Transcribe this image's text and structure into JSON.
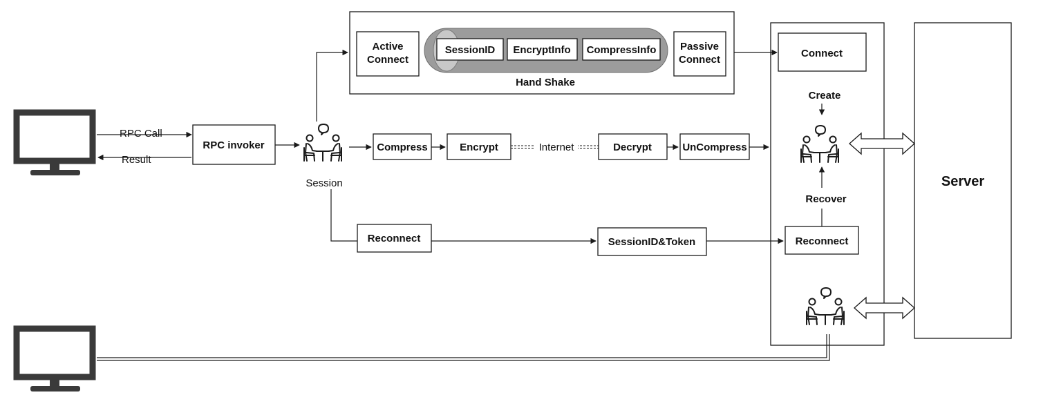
{
  "handshake": {
    "title": "Hand Shake",
    "active_connect": [
      "Active",
      "Connect"
    ],
    "passive_connect": [
      "Passive",
      "Connect"
    ],
    "fields": [
      "SessionID",
      "EncryptInfo",
      "CompressInfo"
    ]
  },
  "client": {
    "rpc_call": "RPC Call",
    "result": "Result",
    "rpc_invoker": "RPC invoker",
    "session": "Session"
  },
  "pipeline": {
    "compress": "Compress",
    "encrypt": "Encrypt",
    "internet": "Internet",
    "decrypt": "Decrypt",
    "uncompress": "UnCompress"
  },
  "reconnect_path": {
    "reconnect_client": "Reconnect",
    "session_token": "SessionID&Token",
    "reconnect_server": "Reconnect"
  },
  "server_side": {
    "connect": "Connect",
    "create": "Create",
    "recover": "Recover",
    "server": "Server"
  }
}
